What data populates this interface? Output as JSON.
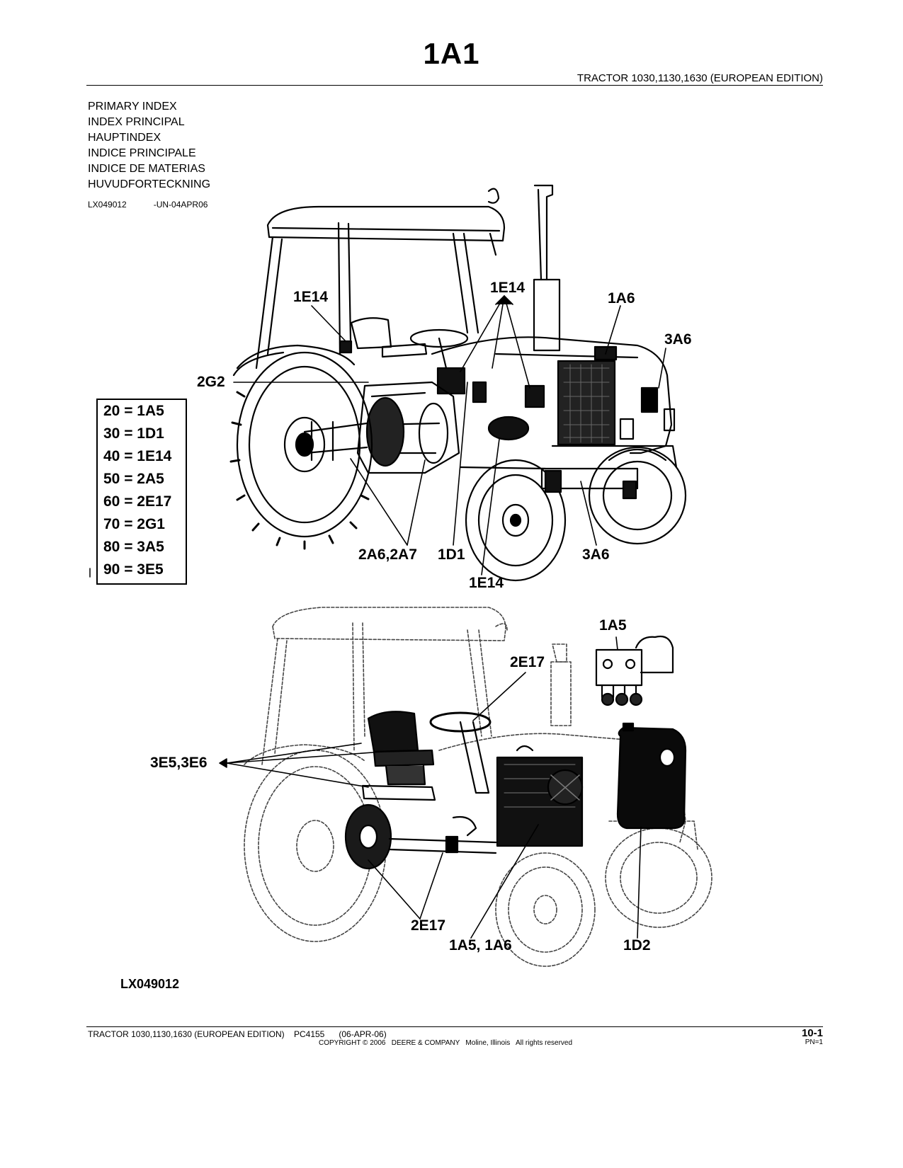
{
  "header": {
    "title": "1A1",
    "subtitle": "TRACTOR 1030,1130,1630 (EUROPEAN EDITION)"
  },
  "index_titles": [
    "PRIMARY INDEX",
    "INDEX PRINCIPAL",
    "HAUPTINDEX",
    "INDICE PRINCIPALE",
    "INDICE DE MATERIAS",
    "HUVUDFORTECKNING"
  ],
  "figure_ref": {
    "code": "LX049012",
    "suffix": "-UN-04APR06"
  },
  "legend": [
    "20 = 1A5",
    "30 = 1D1",
    "40 = 1E14",
    "50 = 2A5",
    "60 = 2E17",
    "70 = 2G1",
    "80 = 3A5",
    "90 = 3E5"
  ],
  "callouts_top": {
    "c1": "1E14",
    "c2": "1E14",
    "c3": "1A6",
    "c4": "3A6",
    "c5": "2G2",
    "c6": "2A6,2A7",
    "c7": "1D1",
    "c8": "1E14",
    "c9": "3A6"
  },
  "callouts_bottom": {
    "c1": "1A5",
    "c2": "2E17",
    "c3": "3E5,3E6",
    "c4": "2E17",
    "c5": "1A5, 1A6",
    "c6": "1D2"
  },
  "figure_code": "LX049012",
  "footer": {
    "line1": "TRACTOR 1030,1130,1630 (EUROPEAN EDITION)    PC4155      (06-APR-06)",
    "line2": "COPYRIGHT © 2006   DEERE & COMPANY   Moline, Illinois   All rights reserved",
    "page": "10-1",
    "pn": "PN=1"
  }
}
